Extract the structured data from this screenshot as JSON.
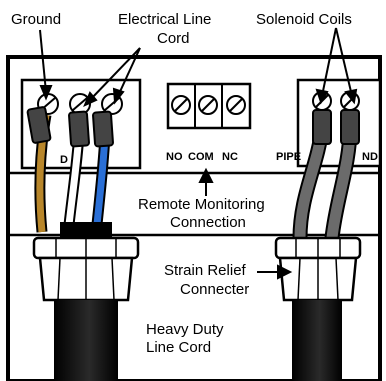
{
  "labels": {
    "ground": "Ground",
    "electrical_line_cord_1": "Electrical Line",
    "electrical_line_cord_2": "Cord",
    "solenoid_coils": "Solenoid Coils",
    "remote_monitoring_1": "Remote Monitoring",
    "remote_monitoring_2": "Connection",
    "strain_relief_1": "Strain Relief",
    "strain_relief_2": "Connecter",
    "heavy_duty_1": "Heavy Duty",
    "heavy_duty_2": "Line Cord"
  },
  "terminals": {
    "left_partial": "D",
    "no": "NO",
    "com": "COM",
    "nc": "NC",
    "pipe": "PIPE",
    "right_partial": "ND"
  },
  "colors": {
    "ground_wire": "#b8862a",
    "line_wire_blue": "#2a6fd6",
    "coil_wire": "#6b6b6b"
  }
}
